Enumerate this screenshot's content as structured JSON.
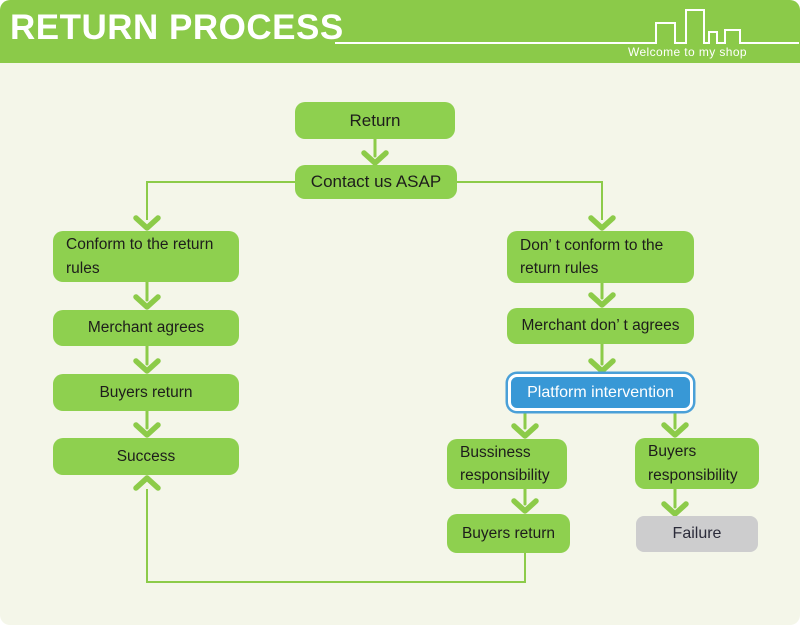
{
  "header": {
    "title": "RETURN PROCESS",
    "tagline": "Welcome to my shop"
  },
  "nodes": {
    "return": {
      "label": "Return"
    },
    "contact": {
      "label": "Contact us ASAP"
    },
    "conform": {
      "label": "Conform to the return\nrules"
    },
    "merchant_agrees": {
      "label": "Merchant agrees"
    },
    "buyers_return_left": {
      "label": "Buyers return"
    },
    "success": {
      "label": "Success"
    },
    "dont_conform": {
      "label": "Don’ t conform to the\nreturn rules"
    },
    "merchant_dont_agree": {
      "label": "Merchant don’ t agrees"
    },
    "platform": {
      "label": "Platform intervention"
    },
    "bussiness_resp": {
      "label": "Bussiness\nresponsibility"
    },
    "buyers_resp": {
      "label": "Buyers\nresponsibility"
    },
    "buyers_return_right": {
      "label": "Buyers return"
    },
    "failure": {
      "label": "Failure"
    }
  },
  "icons": {
    "skyline": "city-skyline-outline"
  },
  "colors": {
    "header_green": "#8bca49",
    "box_green": "#8ed04f",
    "connector_green": "#8ccb49",
    "highlight_blue": "#3898d6",
    "failure_gray": "#cdcdce",
    "background": "#f4f6e9",
    "text_dark": "#1d1d1b",
    "text_white": "#ffffff"
  }
}
